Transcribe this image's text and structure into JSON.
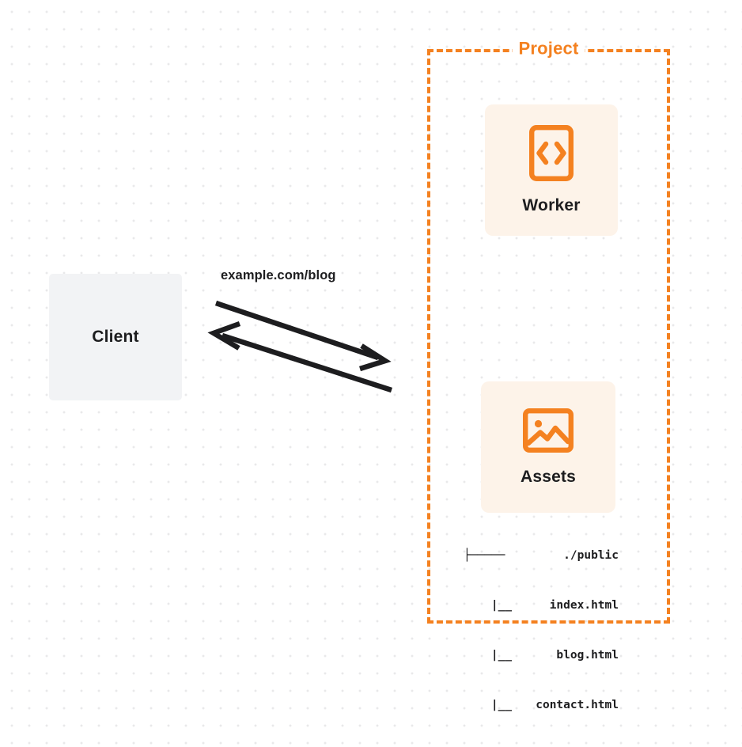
{
  "diagram": {
    "title": "Project request flow diagram",
    "colors": {
      "accent_orange": "#f48120",
      "card_background": "#fdf3e9",
      "client_background": "#f2f3f5",
      "text_dark": "#1d1d1f",
      "page_background": "#ffffff",
      "dot_grid": "#e9e9ea"
    }
  },
  "client": {
    "label": "Client",
    "icon": "client-box"
  },
  "connection": {
    "label": "example.com/blog",
    "request_direction": "client-to-project",
    "response_direction": "project-to-client"
  },
  "project": {
    "title": "Project",
    "border_style": "dashed",
    "cards": [
      {
        "label": "Worker",
        "icon": "code-file-icon"
      },
      {
        "label": "Assets",
        "icon": "image-icon"
      }
    ]
  },
  "file_tree": {
    "rows": [
      {
        "glyph": "├─────",
        "name": "./public"
      },
      {
        "glyph": "    |__",
        "name": "index.html"
      },
      {
        "glyph": "    |__",
        "name": "blog.html"
      },
      {
        "glyph": "    |__",
        "name": "contact.html"
      }
    ]
  }
}
